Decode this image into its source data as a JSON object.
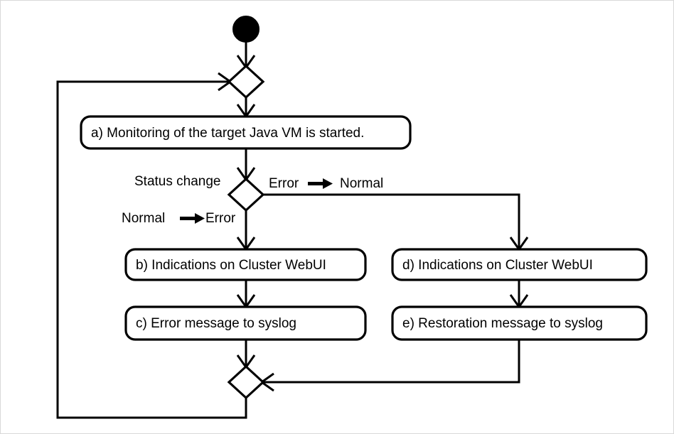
{
  "diagram": {
    "title": "Java VM monitoring status change activity flow",
    "type": "uml-activity-diagram",
    "colors": {
      "stroke": "#000000",
      "fill": "#ffffff",
      "frame": "#d9d9d9"
    },
    "start_node": {
      "name": "start-node",
      "shape": "filled-circle"
    },
    "merge_top": {
      "name": "merge-node-top",
      "shape": "diamond"
    },
    "merge_bottom": {
      "name": "merge-node-bottom",
      "shape": "diamond"
    },
    "decision": {
      "name": "decision-node-status-change",
      "shape": "diamond",
      "label": "Status change",
      "branch_right_label_from": "Error",
      "branch_right_label_to": "Normal",
      "branch_down_label_from": "Normal",
      "branch_down_label_to": "Error"
    },
    "activities": [
      {
        "id": "a",
        "name": "activity-a-monitoring-started",
        "label": "a) Monitoring of the target Java VM is started."
      },
      {
        "id": "b",
        "name": "activity-b-indications-cluster-webui",
        "label": "b) Indications on Cluster WebUI"
      },
      {
        "id": "c",
        "name": "activity-c-error-message-syslog",
        "label": "c) Error message to syslog"
      },
      {
        "id": "d",
        "name": "activity-d-indications-cluster-webui",
        "label": "d) Indications on Cluster WebUI"
      },
      {
        "id": "e",
        "name": "activity-e-restoration-message-syslog",
        "label": "e) Restoration message to syslog"
      }
    ]
  }
}
